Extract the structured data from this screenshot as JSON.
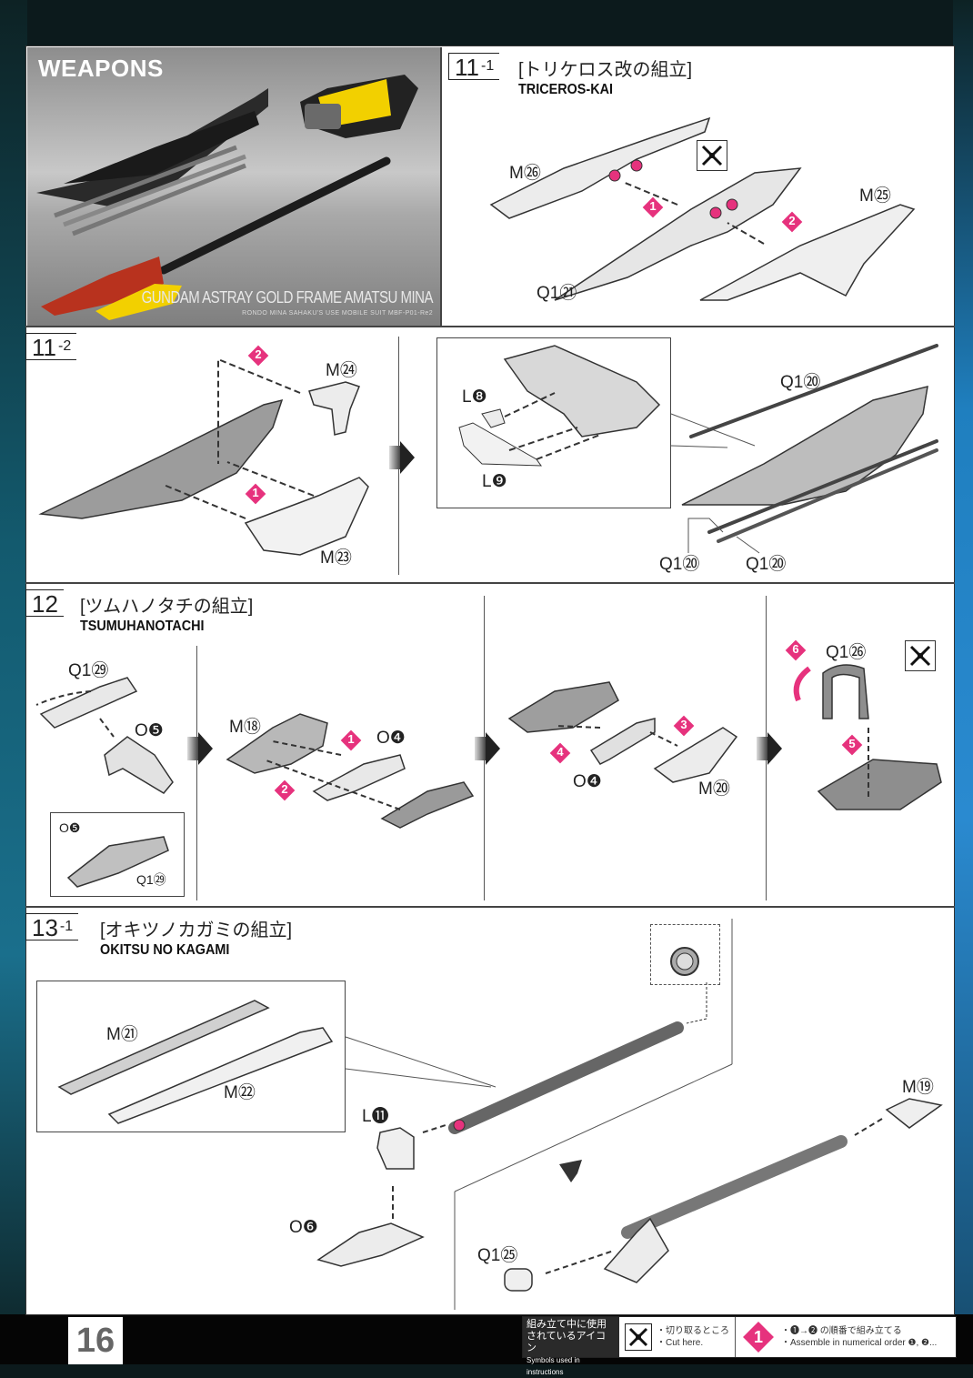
{
  "page": {
    "number": "16"
  },
  "colors": {
    "accent_pink": "#e6327d",
    "sheet": "#ffffff",
    "frame_dark": "#0c1a1c",
    "frame_blue": "#1f7fbf"
  },
  "hero": {
    "title": "WEAPONS",
    "caption": "GUNDAM ASTRAY GOLD FRAME AMATSU MINA",
    "subcaption": "RONDO MINA SAHAKU'S USE MOBILE SUIT MBF-P01-Re2"
  },
  "steps": {
    "s11_1": {
      "number": "11",
      "sub": "-1",
      "title_jp": "[トリケロス改の組立]",
      "title_en": "TRICEROS-KAI",
      "labels": [
        "M㉖",
        "M㉕",
        "Q1㉑"
      ],
      "order": [
        "1",
        "2"
      ]
    },
    "s11_2": {
      "number": "11",
      "sub": "-2",
      "labels": [
        "M㉔",
        "M㉓",
        "L❽",
        "L❾",
        "Q1⑳",
        "Q1⑳",
        "Q1⑳"
      ],
      "order": [
        "1",
        "2"
      ]
    },
    "s12": {
      "number": "12",
      "title_jp": "[ツムハノタチの組立]",
      "title_en": "TSUMUHANOTACHI",
      "labels": [
        "Q1㉙",
        "O❺",
        "O❺",
        "Q1㉙",
        "M⑱",
        "O❹",
        "O❹",
        "M⑳",
        "Q1㉖"
      ],
      "order": [
        "1",
        "2",
        "3",
        "4",
        "5",
        "6"
      ]
    },
    "s13_1": {
      "number": "13",
      "sub": "-1",
      "title_jp": "[オキツノカガミの組立]",
      "title_en": "OKITSU NO KAGAMI",
      "labels": [
        "M㉑",
        "M㉒",
        "L⓫",
        "O❻",
        "M⑲",
        "Q1㉕"
      ]
    }
  },
  "legend": {
    "heading_jp_1": "組み立て中に使用",
    "heading_jp_2": "されているアイコン",
    "heading_en": "Symbols used in instructions",
    "cut_jp": "・切り取るところ",
    "cut_en": "・Cut here.",
    "order_icon": "1",
    "order_jp": "・❶→❷ の順番で組み立てる",
    "order_en": "・Assemble in numerical order ❶, ❷..."
  },
  "icons": {
    "cut": "nipper-icon",
    "order": "pink-diamond-icon",
    "next": "arrow-right-icon"
  }
}
